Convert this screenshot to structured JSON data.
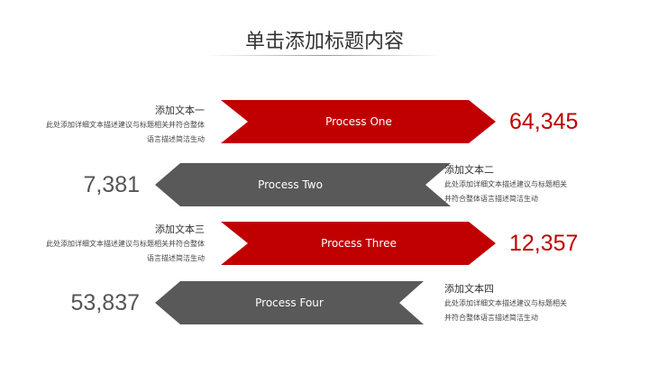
{
  "title": "单击添加标题内容",
  "colors": {
    "red": "#c00000",
    "gray": "#595959"
  },
  "rows": [
    {
      "label": "Process One",
      "value": "64,345",
      "heading": "添加文本一",
      "desc": "此处添加详细文本描述建议与标题相关并符合整体语言描述简洁生动"
    },
    {
      "label": "Process Two",
      "value": "7,381",
      "heading": "添加文本二",
      "desc": "此处添加详细文本描述建议与标题相关并符合整体语言描述简洁生动"
    },
    {
      "label": "Process Three",
      "value": "12,357",
      "heading": "添加文本三",
      "desc": "此处添加详细文本描述建议与标题相关并符合整体语言描述简洁生动"
    },
    {
      "label": "Process Four",
      "value": "53,837",
      "heading": "添加文本四",
      "desc": "此处添加详细文本描述建议与标题相关并符合整体语言描述简洁生动"
    }
  ]
}
